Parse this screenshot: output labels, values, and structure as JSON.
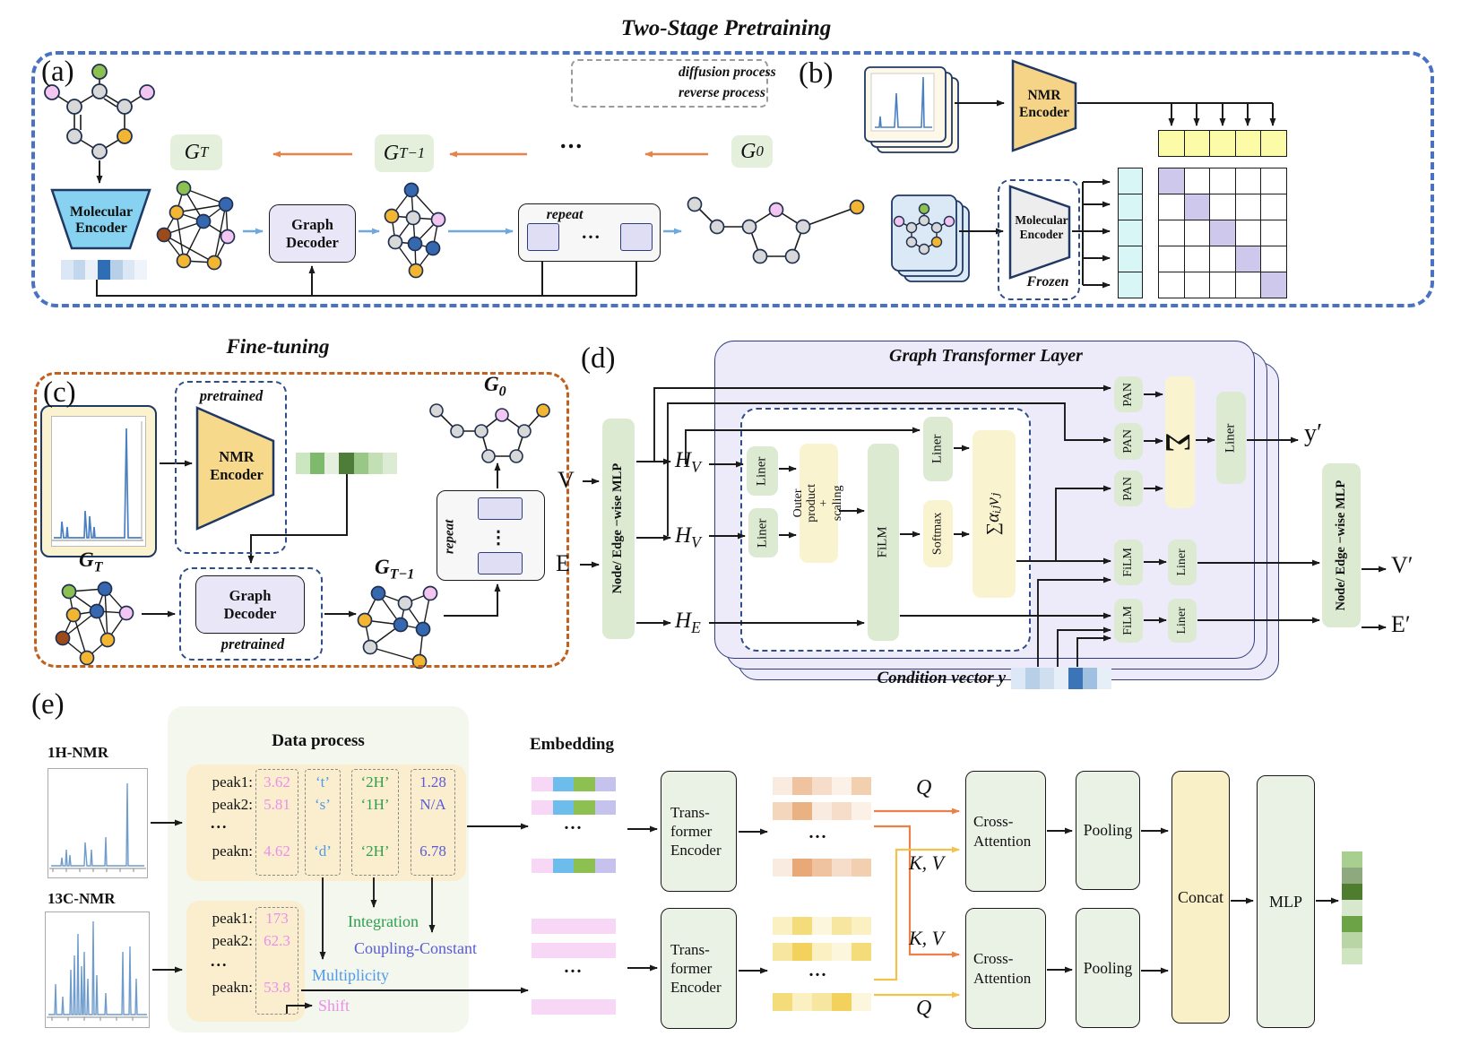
{
  "colors": {
    "blue_dash": "#4a72c4",
    "orange_dash": "#c0611f",
    "green_soft": "#e4f0dc",
    "green_box": "#dcead2",
    "yellow_box": "#faf3cf",
    "lavender": "#e9e6f8",
    "panel_lav": "#edebf9",
    "box_green_bg": "#eaf2e6",
    "concat_bg": "#f9f0c8",
    "pink_text": "#ea8fea",
    "blue_text": "#4f9be8",
    "green_text": "#2f9e4f",
    "indigo_text": "#5b5bd6",
    "orange_arrow": "#e8824a",
    "blue_arrow": "#6fa8dc",
    "yellow_arrow": "#f2c14e",
    "matrix_diag": "#cfc8ed"
  },
  "header": {
    "title": "Two-Stage Pretraining"
  },
  "panel_a": {
    "label": "(a)",
    "legend": {
      "diffusion": "diffusion process",
      "reverse": "reverse process"
    },
    "g_t": {
      "base": "G",
      "sub": "T"
    },
    "g_t1": {
      "base": "G",
      "sub": "T−1"
    },
    "g_0": {
      "base": "G",
      "sub": "0"
    },
    "dots": "...",
    "molecular_encoder": "Molecular\nEncoder",
    "graph_decoder": "Graph\nDecoder",
    "repeat": "repeat",
    "repeat_dots": "...",
    "encoder_bar_cells": [
      "#dbe7f4",
      "#c3d7ec",
      "#eaf1f8",
      "#2f6db4",
      "#b8cfe8",
      "#dbe7f4",
      "#eef4fa"
    ]
  },
  "panel_b": {
    "label": "(b)",
    "nmr_encoder": "NMR\nEncoder",
    "molecular_encoder": "Molecular\nEncoder",
    "frozen": "Frozen",
    "row_cells": [
      "#fbfba8",
      "#fbfba8",
      "#fbfba8",
      "#fbfba8",
      "#fbfba8"
    ],
    "col_cells": [
      "#d8f6f6",
      "#d8f6f6",
      "#d8f6f6",
      "#d8f6f6",
      "#d8f6f6"
    ],
    "matrix": {
      "size": 5,
      "diag_color": "#cfc8ed",
      "cell_color": "#ffffff"
    }
  },
  "panel_c": {
    "label": "(c)",
    "title": "Fine-tuning",
    "pretrained_top": "pretrained",
    "pretrained_bottom": "pretrained",
    "nmr_encoder": "NMR\nEncoder",
    "graph_decoder": "Graph\nDecoder",
    "repeat": "repeat",
    "vdots": "⋮",
    "g_t": {
      "base": "G",
      "sub": "T"
    },
    "g_t1": {
      "base": "G",
      "sub": "T−1"
    },
    "g_0": {
      "base": "G",
      "sub": "0"
    },
    "embedding_cells": [
      "#cde6c2",
      "#7fb96e",
      "#e4f0dd",
      "#4e7d3a",
      "#98c786",
      "#c2e0b4",
      "#dcecd4"
    ]
  },
  "panel_d": {
    "label": "(d)",
    "title": "Graph Transformer Layer",
    "v_in": "V",
    "e_in": "E",
    "mlp_left": "Node/ Edge −wise MLP",
    "mlp_right": "Node/ Edge −wise MLP",
    "h_v1": {
      "base": "H",
      "sub": "V"
    },
    "h_v2": {
      "base": "H",
      "sub": "V"
    },
    "h_e": {
      "base": "H",
      "sub": "E"
    },
    "liner1": "Liner",
    "liner2": "Liner",
    "liner_top": "Liner",
    "outer": "Outer product\n+ scaling",
    "film_main": "FiLM",
    "softmax": "Softmax",
    "attn_sum": "∑αᵢⱼvⱼ",
    "pan": [
      "PAN",
      "PAN",
      "PAN"
    ],
    "sum": "∑",
    "liner_y": "Liner",
    "film_v": "FiLM",
    "liner_v": "Liner",
    "film_e": "FiLM",
    "liner_e": "Liner",
    "y_out": "y′",
    "v_out": "V′",
    "e_out": "E′",
    "condition_label_prefix": "Condition vector ",
    "condition_label_y": "y",
    "condition_cells": [
      "#dce8f5",
      "#b8cfe8",
      "#cfdff0",
      "#e6eef7",
      "#3c74b8",
      "#9fc0e0",
      "#e6eef7"
    ]
  },
  "panel_e": {
    "label": "(e)",
    "h1_label": "1H-NMR",
    "c13_label": "13C-NMR",
    "data_process_title": "Data process",
    "embedding_title": "Embedding",
    "h1_rows": [
      {
        "peak": "peak1:",
        "shift": "3.62",
        "mult": "‘t’",
        "integ": "‘2H’",
        "coup": "1.28"
      },
      {
        "peak": "peak2:",
        "shift": "5.81",
        "mult": "‘s’",
        "integ": "‘1H’",
        "coup": "N/A"
      },
      {
        "peak": "peakn:",
        "shift": "4.62",
        "mult": "‘d’",
        "integ": "‘2H’",
        "coup": "6.78"
      }
    ],
    "c13_rows": [
      {
        "peak": "peak1:",
        "shift": "173"
      },
      {
        "peak": "peak2:",
        "shift": "62.3"
      },
      {
        "peak": "peakn:",
        "shift": "53.8"
      }
    ],
    "dots": "...",
    "annotations": {
      "integration": {
        "text": "Integration",
        "style": "color:#2f9e4f"
      },
      "coupling": {
        "text": "Coupling-Constant",
        "style": "color:#5b5bd6"
      },
      "multiplicity": {
        "text": "Multiplicity",
        "style": "color:#4f9be8"
      },
      "shift": {
        "text": "Shift",
        "style": "color:#ea8fea"
      }
    },
    "transformer_encoder_1": "Trans-\nformer\nEncoder",
    "transformer_encoder_2": "Trans-\nformer\nEncoder",
    "cross_attention_1": "Cross-\nAttention",
    "cross_attention_2": "Cross-\nAttention",
    "pooling_1": "Pooling",
    "pooling_2": "Pooling",
    "concat": "Concat",
    "mlp": "MLP",
    "q_top": "Q",
    "kv_top": "K, V",
    "kv_bottom": "K, V",
    "q_bottom": "Q",
    "embed_bar_cells": [
      "#f7d7f5",
      "#6cbcec",
      "#8cc152",
      "#c5c3ee"
    ],
    "pink_bar_cells": [
      "#f7d7f5"
    ],
    "orange_rows": [
      [
        "#f9ebdf",
        "#efc3a0",
        "#f6ddc9",
        "#fbf1e7",
        "#f2cfae"
      ],
      [
        "#f4d6bd",
        "#eab183",
        "#f9ebdf",
        "#f6ddc9",
        "#fbf1e7"
      ],
      [
        "#f9ebdf",
        "#e8a878",
        "#efc3a0",
        "#f6ddc9",
        "#f2cfae"
      ]
    ],
    "yellow_rows": [
      [
        "#faf0c2",
        "#f4dc7a",
        "#fcf6dc",
        "#f7e6a0",
        "#faf0c2"
      ],
      [
        "#f7e6a0",
        "#f2d25c",
        "#faf0c2",
        "#fcf6dc",
        "#f4dc7a"
      ],
      [
        "#f4dc7a",
        "#faf0c2",
        "#f7e6a0",
        "#f2d25c",
        "#fcf6dc"
      ]
    ],
    "output_cells": [
      "#a9cf90",
      "#8fa97e",
      "#4e7d2f",
      "#d8e8cc",
      "#6da347",
      "#b9d5a5",
      "#cfe4c0"
    ]
  }
}
